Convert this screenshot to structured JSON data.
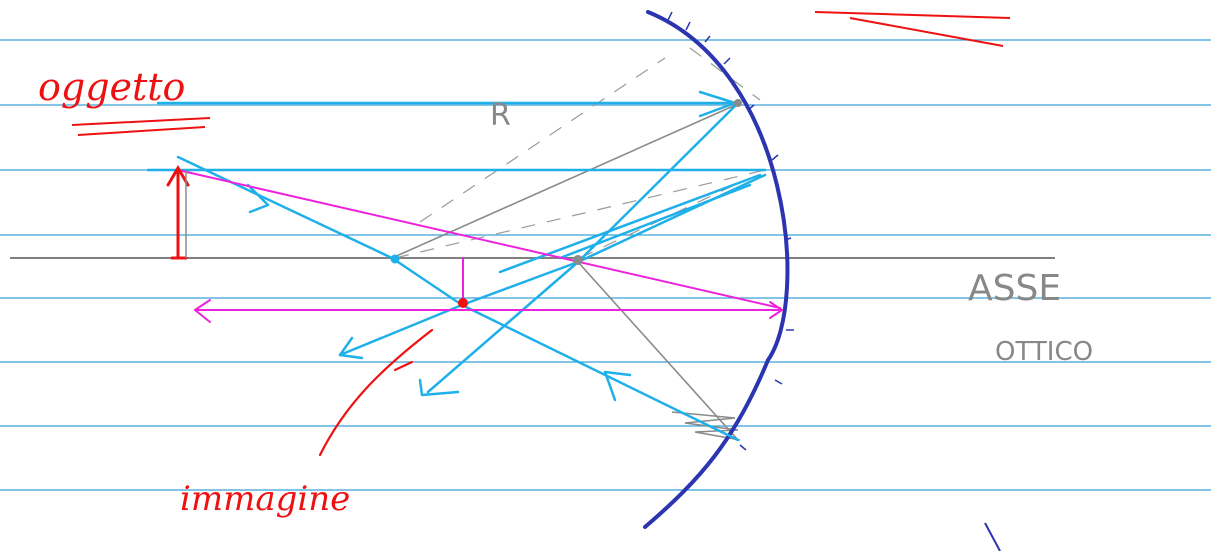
{
  "labels": {
    "object": "oggetto",
    "image": "immagine",
    "radius": "R",
    "axis_line1": "ASSE",
    "axis_line2": "OTTICO"
  },
  "colors": {
    "ruled_line": "#3aa0d8",
    "mirror": "#2b35b0",
    "optical_axis": "#808080",
    "ray": "#1fb0ea",
    "ray_magenta": "#ee22dd",
    "annotation_red": "#ee1111",
    "construction_gray": "#8a8a8a",
    "background": "#ffffff"
  },
  "diagram": {
    "subject": "concave spherical mirror ray diagram",
    "elements": [
      "ruled-paper-lines",
      "optical-axis",
      "concave-mirror",
      "object-arrow",
      "image-arrow",
      "center-of-curvature",
      "focal-point",
      "incident-rays",
      "reflected-rays",
      "radius-lines"
    ]
  }
}
